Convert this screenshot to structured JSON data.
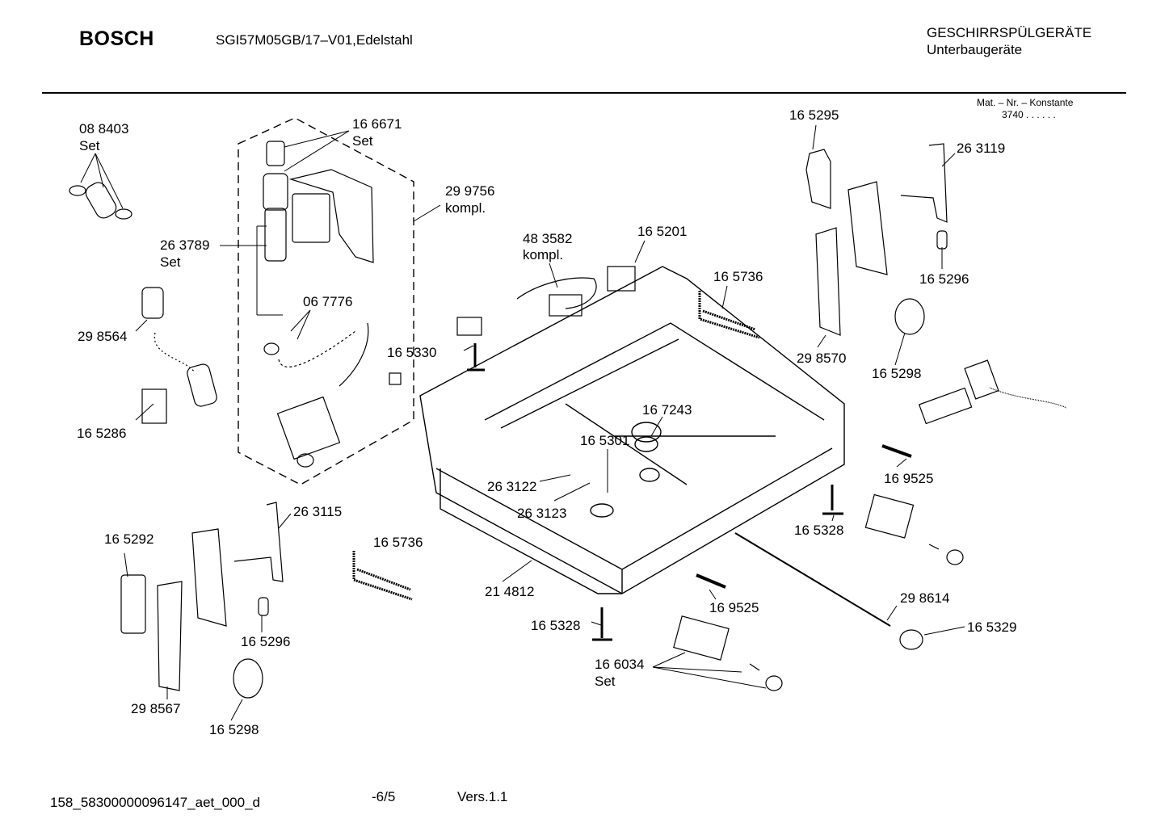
{
  "header": {
    "brand": "BOSCH",
    "model": "SGI57M05GB/17–V01,Edelstahl",
    "category_line1": "GESCHIRRSPÜLGERÄTE",
    "category_line2": "Unterbaugeräte",
    "mat_line1": "Mat. – Nr. – Konstante",
    "mat_line2": "3740  .  .  .  .  .  ."
  },
  "parts": [
    {
      "id": "p1",
      "text": "08 8403"
    },
    {
      "id": "p1s",
      "text": "Set"
    },
    {
      "id": "p2",
      "text": "16 6671"
    },
    {
      "id": "p2s",
      "text": "Set"
    },
    {
      "id": "p3",
      "text": "29 9756"
    },
    {
      "id": "p3s",
      "text": "kompl."
    },
    {
      "id": "p4",
      "text": "26 3789"
    },
    {
      "id": "p4s",
      "text": "Set"
    },
    {
      "id": "p5",
      "text": "06 7776"
    },
    {
      "id": "p6",
      "text": "29 8564"
    },
    {
      "id": "p7",
      "text": "16 5286"
    },
    {
      "id": "p8",
      "text": "48 3582"
    },
    {
      "id": "p8s",
      "text": "kompl."
    },
    {
      "id": "p9",
      "text": "16 5201"
    },
    {
      "id": "p10",
      "text": "16 5736"
    },
    {
      "id": "p11",
      "text": "16 5330"
    },
    {
      "id": "p12",
      "text": "16 5295"
    },
    {
      "id": "p13",
      "text": "26 3119"
    },
    {
      "id": "p14",
      "text": "16 5296"
    },
    {
      "id": "p15",
      "text": "29 8570"
    },
    {
      "id": "p16",
      "text": "16 5298"
    },
    {
      "id": "p17",
      "text": "16 7243"
    },
    {
      "id": "p18",
      "text": "16 5301"
    },
    {
      "id": "p19",
      "text": "26 3122"
    },
    {
      "id": "p20",
      "text": "26 3123"
    },
    {
      "id": "p21",
      "text": "16 9525"
    },
    {
      "id": "p22",
      "text": "16 5328"
    },
    {
      "id": "p23",
      "text": "26 3115"
    },
    {
      "id": "p24",
      "text": "16 5292"
    },
    {
      "id": "p25",
      "text": "16 5736"
    },
    {
      "id": "p26",
      "text": "16 5296"
    },
    {
      "id": "p27",
      "text": "29 8567"
    },
    {
      "id": "p28",
      "text": "16 5298"
    },
    {
      "id": "p29",
      "text": "21 4812"
    },
    {
      "id": "p30",
      "text": "16 9525"
    },
    {
      "id": "p31",
      "text": "16 5328"
    },
    {
      "id": "p32",
      "text": "29 8614"
    },
    {
      "id": "p33",
      "text": "16 5329"
    },
    {
      "id": "p34",
      "text": "16 6034"
    },
    {
      "id": "p34s",
      "text": "Set"
    }
  ],
  "footer": {
    "doc_id": "158_58300000096147_aet_000_d",
    "page": "-6/5",
    "version": "Vers.1.1"
  }
}
